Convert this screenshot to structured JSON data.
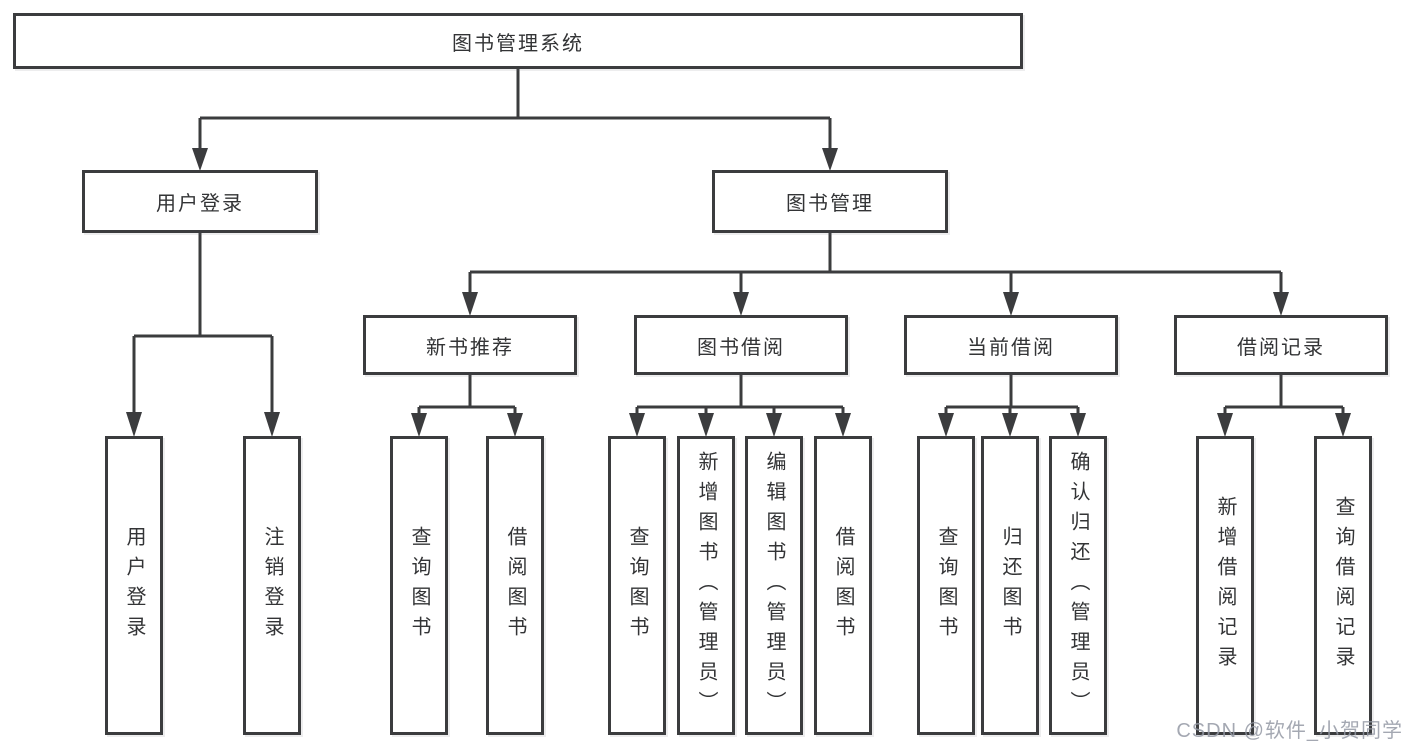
{
  "tree": {
    "root": {
      "label": "图书管理系统"
    },
    "branches": [
      {
        "label": "用户登录",
        "children": [
          {
            "label": "用户登录"
          },
          {
            "label": "注销登录"
          }
        ]
      },
      {
        "label": "图书管理",
        "children": [
          {
            "label": "新书推荐",
            "children": [
              {
                "label": "查询图书"
              },
              {
                "label": "借阅图书"
              }
            ]
          },
          {
            "label": "图书借阅",
            "children": [
              {
                "label": "查询图书"
              },
              {
                "label": "新增图书（管理员）"
              },
              {
                "label": "编辑图书（管理员）"
              },
              {
                "label": "借阅图书"
              }
            ]
          },
          {
            "label": "当前借阅",
            "children": [
              {
                "label": "查询图书"
              },
              {
                "label": "归还图书"
              },
              {
                "label": "确认归还（管理员）"
              }
            ]
          },
          {
            "label": "借阅记录",
            "children": [
              {
                "label": "新增借阅记录"
              },
              {
                "label": "查询借阅记录"
              }
            ]
          }
        ]
      }
    ]
  },
  "watermark": "CSDN @软件_小贺同学",
  "colors": {
    "line": "#3b3c3e",
    "box_background": "#ffffff",
    "text": "#333436",
    "watermark": "#9499a4"
  }
}
